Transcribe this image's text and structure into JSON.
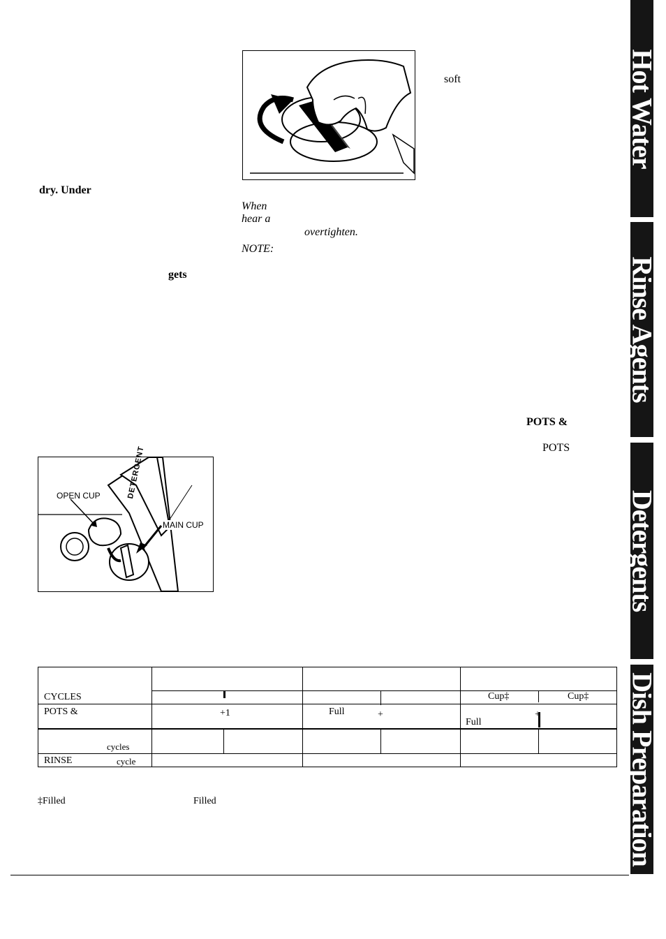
{
  "tabs": {
    "hot_water": "Hot Water",
    "rinse_agents": "Rinse Agents",
    "detergents": "Detergents",
    "dish_preparation": "Dish Preparation"
  },
  "fragments": {
    "soft": "soft",
    "dry_under": "dry. Under",
    "when": "When",
    "hear_a": "hear a",
    "overtighten": "overtighten.",
    "note": "NOTE:",
    "gets": "gets",
    "pots_and": "POTS &",
    "pots": "POTS"
  },
  "figure2": {
    "open_cup": "OPEN CUP",
    "main_cup": "MAIN CUP",
    "detergent": "DETERGENT"
  },
  "table": {
    "row_cycles": "CYCLES",
    "row_pots": "POTS &",
    "row_cycles2": "cycles",
    "row_rinse": "RINSE",
    "row_rinse_cycle": "cycle",
    "cup_a": "Cup‡",
    "cup_b": "Cup‡",
    "plus_one": "+1",
    "full_1": "Full",
    "plus": "+",
    "full_2": "Full",
    "plus_2": "+"
  },
  "footnote": {
    "filled_1": "‡Filled",
    "filled_2": "Filled"
  }
}
